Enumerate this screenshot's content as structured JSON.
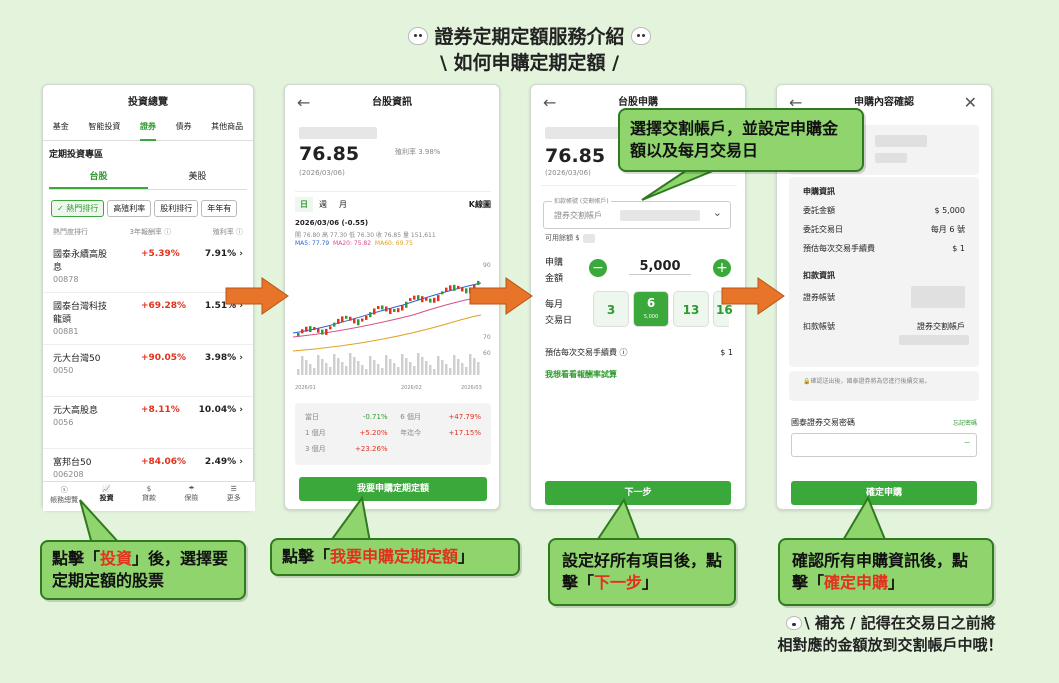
{
  "title": {
    "line1": "證券定期定額服務介紹",
    "line2": "\\ 如何申購定期定額 /"
  },
  "s1": {
    "header": "投資總覽",
    "tabs": [
      "基金",
      "智能投資",
      "證券",
      "債券",
      "其他商品"
    ],
    "section": "定期投資專區",
    "market_tabs": [
      "台股",
      "美股"
    ],
    "filters": [
      "✓ 熱門排行",
      "高殖利率",
      "股利排行",
      "年年有"
    ],
    "col_rank": "熱門度排行",
    "col_ret": "3年報酬率 ⓘ",
    "col_yield": "殖利率 ⓘ",
    "stocks": [
      {
        "name": "國泰永續高股息",
        "code": "00878",
        "ret": "+5.39%",
        "yld": "7.91%"
      },
      {
        "name": "國泰台灣科技龍頭",
        "code": "00881",
        "ret": "+69.28%",
        "yld": "1.51%"
      },
      {
        "name": "元大台灣50",
        "code": "0050",
        "ret": "+90.05%",
        "yld": "3.98%"
      },
      {
        "name": "元大高股息",
        "code": "0056",
        "ret": "+8.11%",
        "yld": "10.04%"
      },
      {
        "name": "富邦台50",
        "code": "006208",
        "ret": "+84.06%",
        "yld": "2.49%"
      }
    ],
    "nav": [
      "帳務總覽",
      "投資",
      "貸款",
      "保險",
      "更多"
    ]
  },
  "s2": {
    "header": "台股資訊",
    "price": "76.85",
    "yield_label": "殖利率 3.98%",
    "date": "(2026/03/06)",
    "periods": [
      "日",
      "週",
      "月"
    ],
    "kline": "K線圖",
    "chart_date": "2026/03/06 (-0.55)",
    "ohlc": "開 76.80  高 77.30  低 76.30  收 76.85  量 151,611",
    "ma": [
      "MA5: 77.79",
      "MA20: 75.82",
      "MA60: 69.75"
    ],
    "y_ticks": [
      "90",
      "70",
      "60"
    ],
    "x_ticks": [
      "2026/01",
      "2026/02",
      "2026/03"
    ],
    "perf": [
      [
        "當日",
        "-0.71%",
        "6 個月",
        "+47.79%"
      ],
      [
        "1 個月",
        "+5.20%",
        "年迄今",
        "+17.15%"
      ],
      [
        "3 個月",
        "+23.26%",
        "",
        ""
      ]
    ],
    "button": "我要申購定期定額"
  },
  "s3": {
    "header": "台股申購",
    "price": "76.85",
    "date": "(2026/03/06)",
    "acct_label": "扣款帳號 (交割帳戶)",
    "acct_placeholder": "證券交割帳戶",
    "avail": "可用餘額 $",
    "amount_label1": "申購",
    "amount_label2": "金額",
    "amount": "5,000",
    "day_label1": "每月",
    "day_label2": "交易日",
    "days": [
      "3",
      "6",
      "13",
      "16"
    ],
    "day_sub": "5,000",
    "fee_label": "預估每次交易手續費 ⓘ",
    "fee": "$ 1",
    "link": "我想看看報酬率試算",
    "button": "下一步"
  },
  "s4": {
    "header": "申購內容確認",
    "sec1": "申購資訊",
    "rows": [
      [
        "委託金額",
        "$ 5,000"
      ],
      [
        "委託交易日",
        "每月 6 號"
      ],
      [
        "預估每次交易手續費",
        "$ 1"
      ]
    ],
    "sec2": "扣款資訊",
    "acct_label": "證券帳號",
    "deduct_label": "扣款帳號",
    "deduct_value": "證券交割帳戶",
    "notice": "🔒確認送出後，國泰證券將為您進行後續交易。",
    "pwd_label": "國泰證券交易密碼",
    "forgot": "忘記密碼",
    "button": "確定申購"
  },
  "bubbles": {
    "b1a": "點擊「",
    "b1h": "投資",
    "b1b": "」後，選擇要定期定額的股票",
    "b2a": "點擊「",
    "b2h": "我要申購定期定額",
    "b2b": "」",
    "b3a": "設定好所有項目後，點擊「",
    "b3h": "下一步",
    "b3b": "」",
    "b4a": "確認所有申購資訊後，點擊「",
    "b4h": "確定申購",
    "b4b": "」",
    "b5": "選擇交割帳戶，並設定申購金額以及每月交易日"
  },
  "footer": {
    "line1": "\\ 補充 / 記得在交易日之前將",
    "line2": "相對應的金額放到交割帳戶中哦！"
  },
  "colors": {
    "green": "#3aa83a",
    "bubble": "#8fd46d",
    "arrow": "#e8742a",
    "red": "#e0321d",
    "bg": "#e4f4dc"
  }
}
